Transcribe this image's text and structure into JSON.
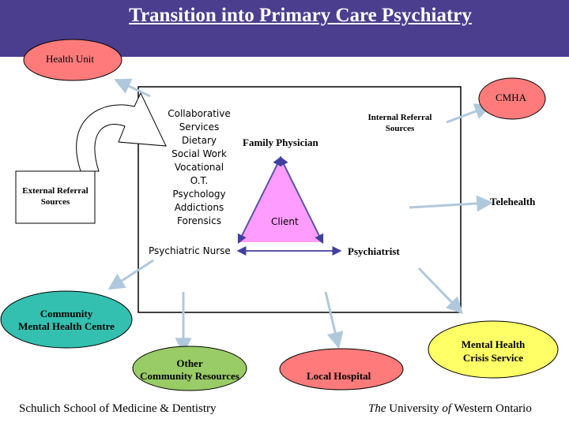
{
  "title": "Transition into Primary Care Psychiatry",
  "nodes": {
    "health_unit": "Health Unit",
    "cmha": "CMHA",
    "internal_referral": [
      "Internal Referral",
      "Sources"
    ],
    "external_referral": [
      "External Referral",
      "Sources"
    ],
    "family_physician": "Family Physician",
    "client": "Client",
    "telehealth": "Telehealth",
    "psychiatric_nurse": "Psychiatric  Nurse",
    "psychiatrist": "Psychiatrist",
    "community_mhc": [
      "Community",
      "Mental Health Centre"
    ],
    "other_resources": [
      "Other",
      "Community Resources"
    ],
    "local_hospital": "Local Hospital",
    "crisis_service": [
      "Mental Health",
      "Crisis Service"
    ]
  },
  "services": {
    "heading": [
      "Collaborative",
      "Services"
    ],
    "items": [
      "Dietary",
      "Social Work",
      "Vocational",
      "O.T.",
      "Psychology",
      "Addictions",
      "Forensics"
    ]
  },
  "footer": {
    "left": "Schulich School of Medicine & Dentistry",
    "right_the": "The",
    "right_university": " University ",
    "right_of": "of",
    "right_western": " Western Ontario"
  },
  "colors": {
    "header": "#4b3e8e",
    "health_unit": "#ff7b7b",
    "cmha": "#ff7b7b",
    "local_hospital": "#ff7b7b",
    "community_mhc": "#33c0b0",
    "other_resources": "#99cc66",
    "crisis_service": "#ffff66",
    "client_triangle": "#ff9cff",
    "arrows": "#b0c8dc",
    "lines": "#5a55a8"
  }
}
